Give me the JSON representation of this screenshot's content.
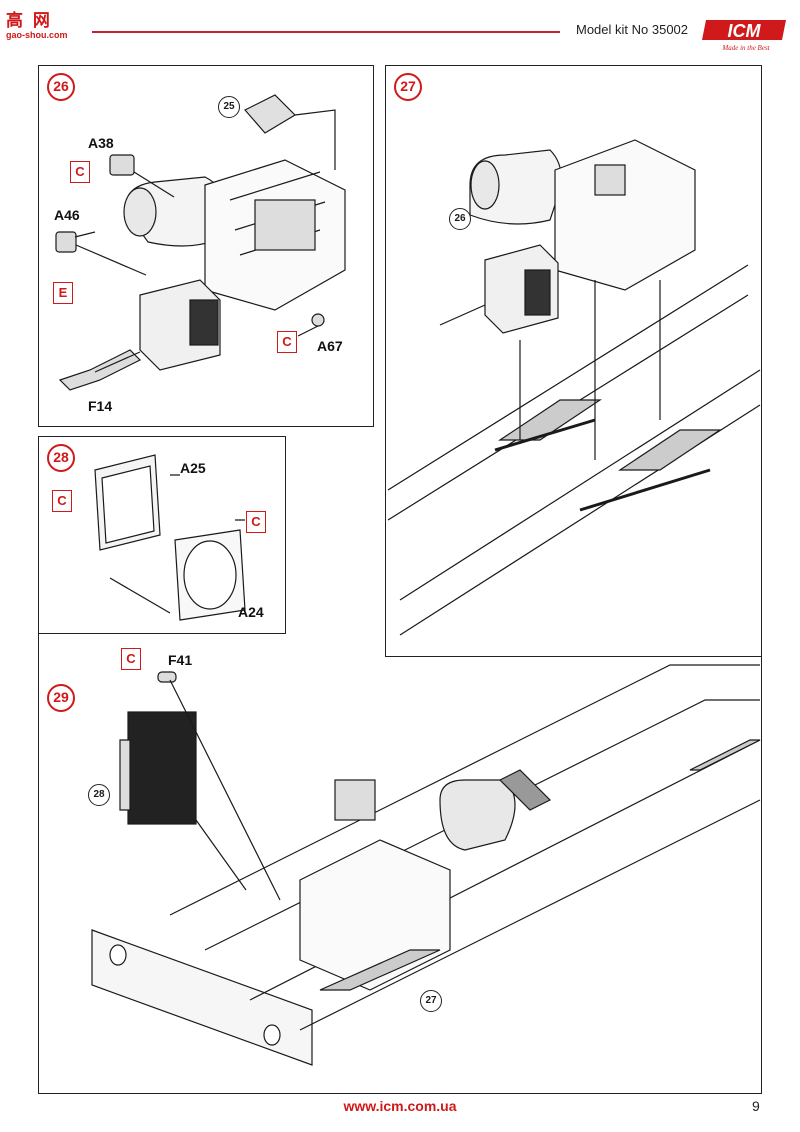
{
  "header": {
    "site_logo_text": "高 网",
    "site_domain": "gao-shou.com",
    "model_kit": "Model kit No 35002",
    "brand_logo": "ICM",
    "brand_tagline": "Made in the Best",
    "accent_color": "#d0191a"
  },
  "steps": [
    {
      "number": "26",
      "ref_badges": [
        "25"
      ],
      "glue_marks": [
        "C",
        "E",
        "C"
      ],
      "parts": [
        "A38",
        "A46",
        "A67",
        "F14"
      ]
    },
    {
      "number": "27",
      "ref_badges": [
        "26"
      ],
      "glue_marks": [],
      "parts": []
    },
    {
      "number": "28",
      "ref_badges": [],
      "glue_marks": [
        "C",
        "C"
      ],
      "parts": [
        "A25",
        "A24"
      ]
    },
    {
      "number": "29",
      "ref_badges": [
        "28",
        "27"
      ],
      "glue_marks": [
        "C"
      ],
      "parts": [
        "F41"
      ]
    }
  ],
  "footer": {
    "url": "www.icm.com.ua",
    "page_number": "9"
  }
}
